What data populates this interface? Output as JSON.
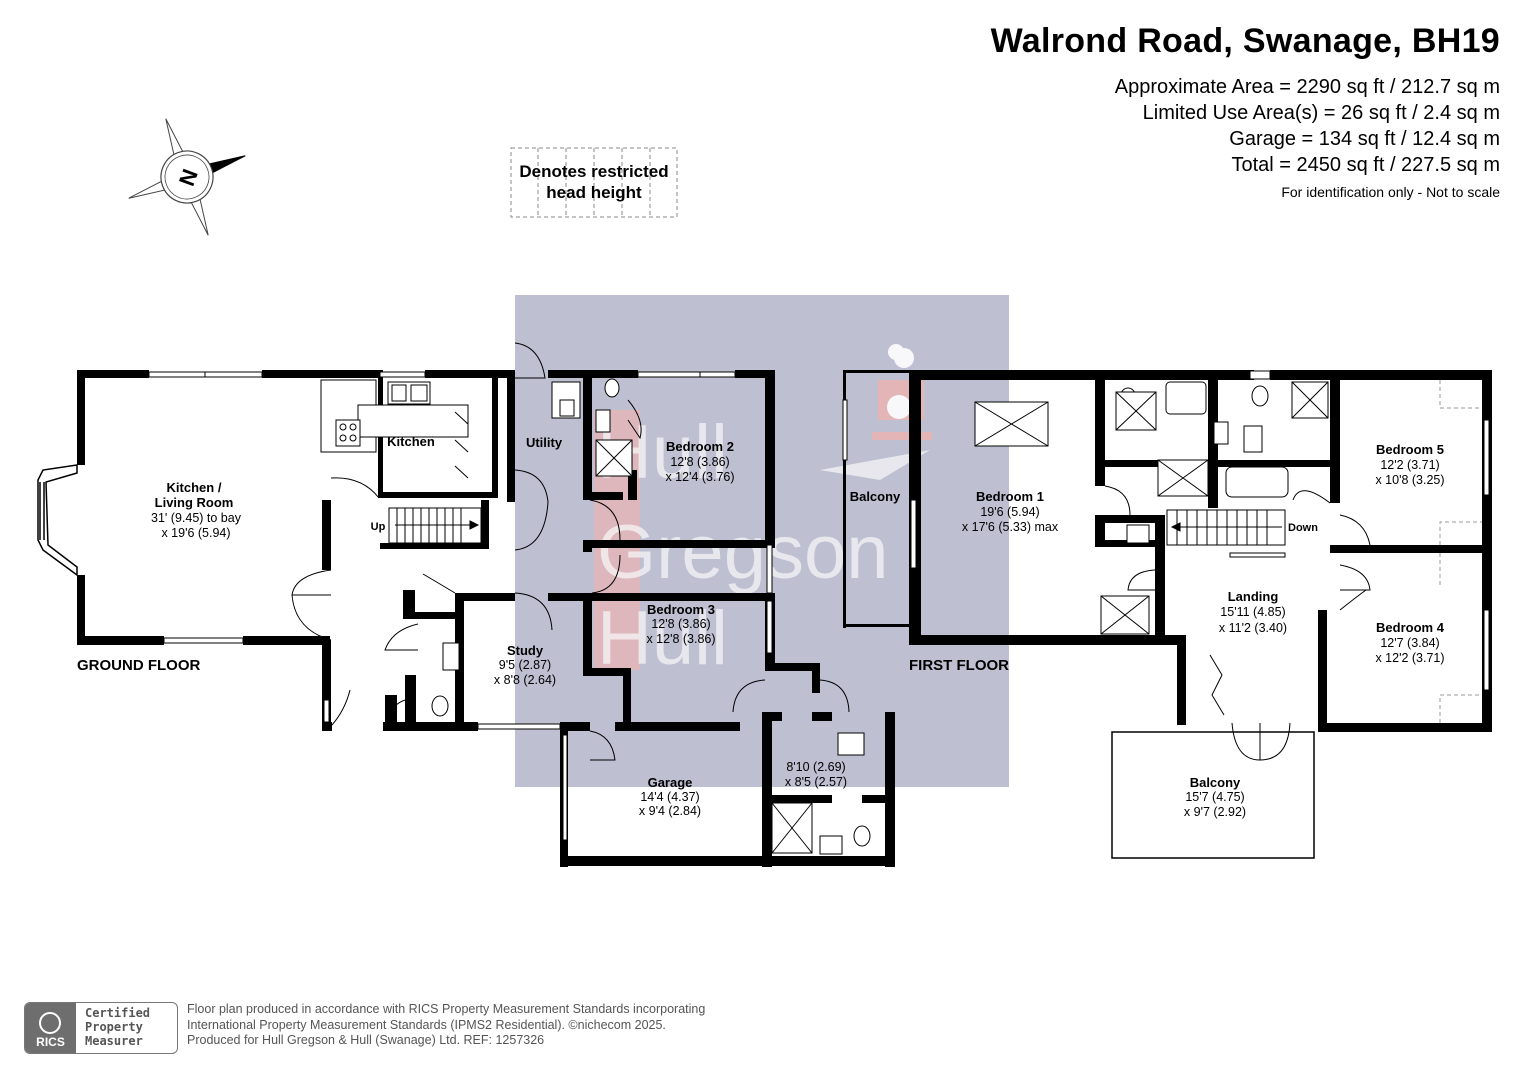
{
  "header": {
    "title": "Walrond Road, Swanage, BH19",
    "areas": [
      "Approximate Area = 2290 sq ft / 212.7 sq m",
      "Limited Use Area(s) = 26 sq ft / 2.4 sq m",
      "Garage = 134 sq ft / 12.4 sq m",
      "Total = 2450 sq ft / 227.5 sq m"
    ],
    "note": "For identification only - Not to scale"
  },
  "legend": {
    "line1": "Denotes restricted",
    "line2": "head height"
  },
  "compass": {
    "letter": "N"
  },
  "watermark": {
    "words": [
      "Hull",
      "Gregson",
      "Hull"
    ]
  },
  "floors": {
    "ground": {
      "label": "GROUND FLOOR",
      "rooms": {
        "living": {
          "name1": "Kitchen /",
          "name2": "Living Room",
          "dim1": "31' (9.45) to bay",
          "dim2": "x 19'6 (5.94)"
        },
        "kitchen": {
          "name": "Kitchen"
        },
        "utility": {
          "name": "Utility"
        },
        "bedroom2": {
          "name": "Bedroom 2",
          "dim1": "12'8 (3.86)",
          "dim2": "x 12'4 (3.76)"
        },
        "bedroom3": {
          "name": "Bedroom 3",
          "dim1": "12'8 (3.86)",
          "dim2": "x 12'8 (3.86)"
        },
        "study": {
          "name": "Study",
          "dim1": "9'5 (2.87)",
          "dim2": "x 8'8 (2.64)"
        },
        "garage": {
          "name": "Garage",
          "dim1": "14'4 (4.37)",
          "dim2": "x 9'4 (2.84)"
        },
        "shower": {
          "dim1": "8'10 (2.69)",
          "dim2": "x 8'5 (2.57)"
        },
        "stairs": {
          "label": "Up"
        }
      }
    },
    "first": {
      "label": "FIRST FLOOR",
      "rooms": {
        "balcony_west": {
          "name": "Balcony"
        },
        "bedroom1": {
          "name": "Bedroom 1",
          "dim1": "19'6 (5.94)",
          "dim2": "x 17'6 (5.33) max"
        },
        "bedroom5": {
          "name": "Bedroom 5",
          "dim1": "12'2 (3.71)",
          "dim2": "x 10'8 (3.25)"
        },
        "bedroom4": {
          "name": "Bedroom 4",
          "dim1": "12'7 (3.84)",
          "dim2": "x 12'2 (3.71)"
        },
        "landing": {
          "name": "Landing",
          "dim1": "15'11 (4.85)",
          "dim2": "x 11'2 (3.40)"
        },
        "balcony_south": {
          "name": "Balcony",
          "dim1": "15'7 (4.75)",
          "dim2": "x 9'7 (2.92)"
        },
        "stairs": {
          "label": "Down"
        }
      }
    }
  },
  "footer": {
    "badge_logo": "RICS",
    "badge_text": [
      "Certified",
      "Property",
      "Measurer"
    ],
    "lines": [
      "Floor plan produced in accordance with RICS Property Measurement Standards incorporating",
      "International Property Measurement Standards (IPMS2 Residential).  ©nichecom 2025.",
      "Produced for Hull Gregson & Hull (Swanage) Ltd.   REF:  1257326"
    ]
  },
  "colors": {
    "wall": "#000000",
    "watermark_bg": "#bebfd0",
    "watermark_red": "#e8b4b4",
    "footer_grey": "#6e6e6e"
  }
}
